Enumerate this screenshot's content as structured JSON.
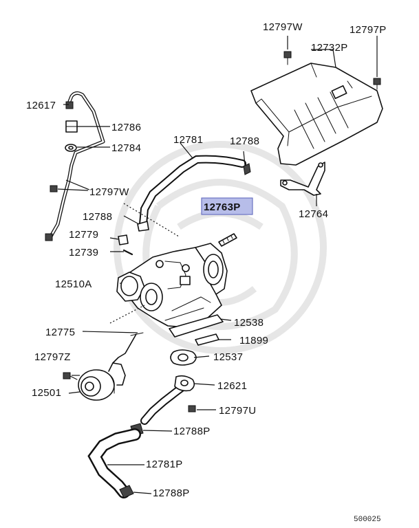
{
  "labels": {
    "p12797W_top": "12797W",
    "p12797P": "12797P",
    "p12732P": "12732P",
    "p12617": "12617",
    "p12786": "12786",
    "p12784": "12784",
    "p12781": "12781",
    "p12788_top": "12788",
    "p12797W_mid": "12797W",
    "p12763P": "12763P",
    "p12764": "12764",
    "p12788_mid": "12788",
    "p12779": "12779",
    "p12739": "12739",
    "p12510A": "12510A",
    "p12538": "12538",
    "p11899": "11899",
    "p12775": "12775",
    "p12537": "12537",
    "p12797Z": "12797Z",
    "p12501": "12501",
    "p12621": "12621",
    "p12797U": "12797U",
    "p12788P_mid": "12788P",
    "p12781P": "12781P",
    "p12788P_bot": "12788P"
  },
  "selected_part": "12763P",
  "colors": {
    "highlight": "#b7bde9",
    "highlight_border": "#6b73c2",
    "ink": "#111111"
  },
  "diagram_code": "500025"
}
